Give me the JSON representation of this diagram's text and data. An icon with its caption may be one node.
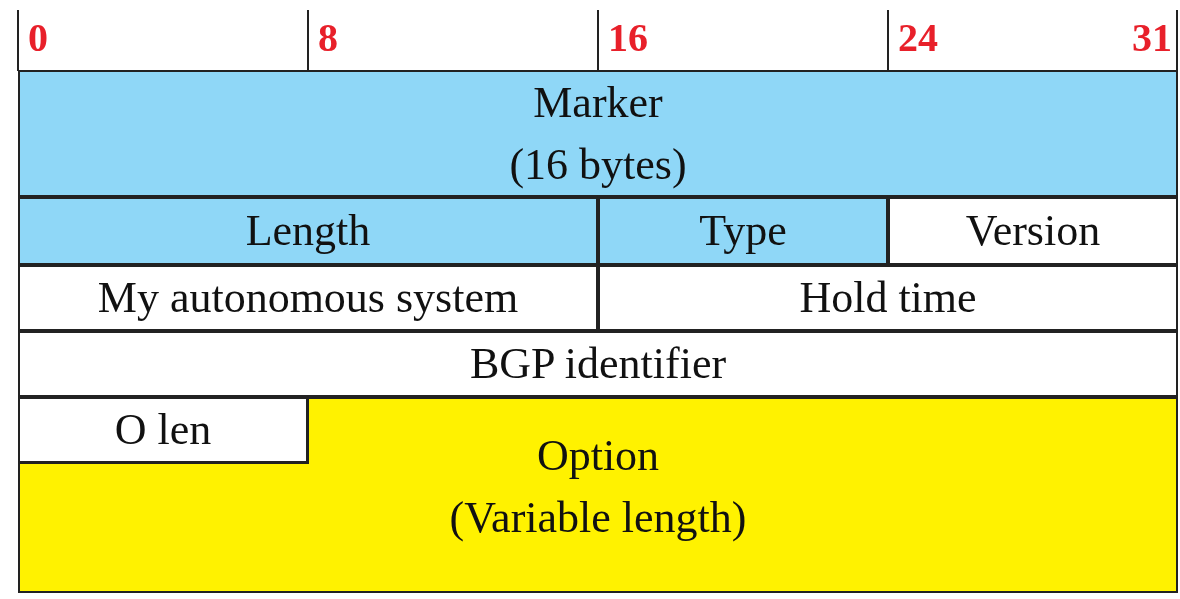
{
  "diagram": {
    "nodes": [
      {
        "text": [
          "Marker",
          "(16 bytes)"
        ]
      },
      {
        "text": [
          "Length"
        ]
      },
      {
        "text": [
          "Type"
        ]
      },
      {
        "text": [
          "Version"
        ]
      },
      {
        "text": [
          "My autonomous system"
        ]
      },
      {
        "text": [
          "Hold time"
        ]
      },
      {
        "text": [
          "BGP identifier"
        ]
      },
      {
        "text": [
          "O len"
        ]
      },
      {
        "text": [
          "Option",
          "(Variable length)"
        ]
      }
    ],
    "edges": [],
    "labels": [
      "0",
      "8",
      "16",
      "24",
      "31"
    ]
  }
}
